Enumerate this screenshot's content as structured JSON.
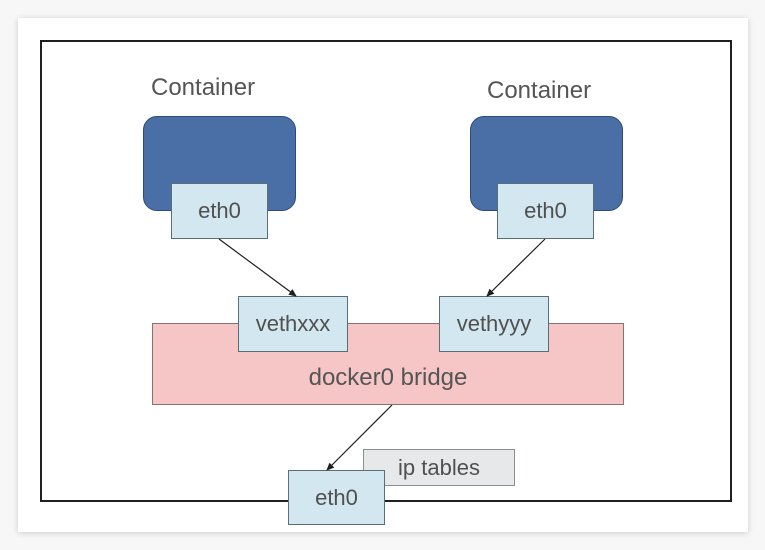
{
  "containers": [
    {
      "title": "Container",
      "interface": "eth0"
    },
    {
      "title": "Container",
      "interface": "eth0"
    }
  ],
  "bridge": {
    "label": "docker0 bridge",
    "veths": [
      "vethxxx",
      "vethyyy"
    ]
  },
  "host": {
    "interface": "eth0",
    "firewall": "ip tables"
  },
  "colors": {
    "container": "#4a6fa7",
    "interface": "#d2e7ef",
    "bridge": "#f6c6c6",
    "iptables": "#e6e8ea"
  }
}
